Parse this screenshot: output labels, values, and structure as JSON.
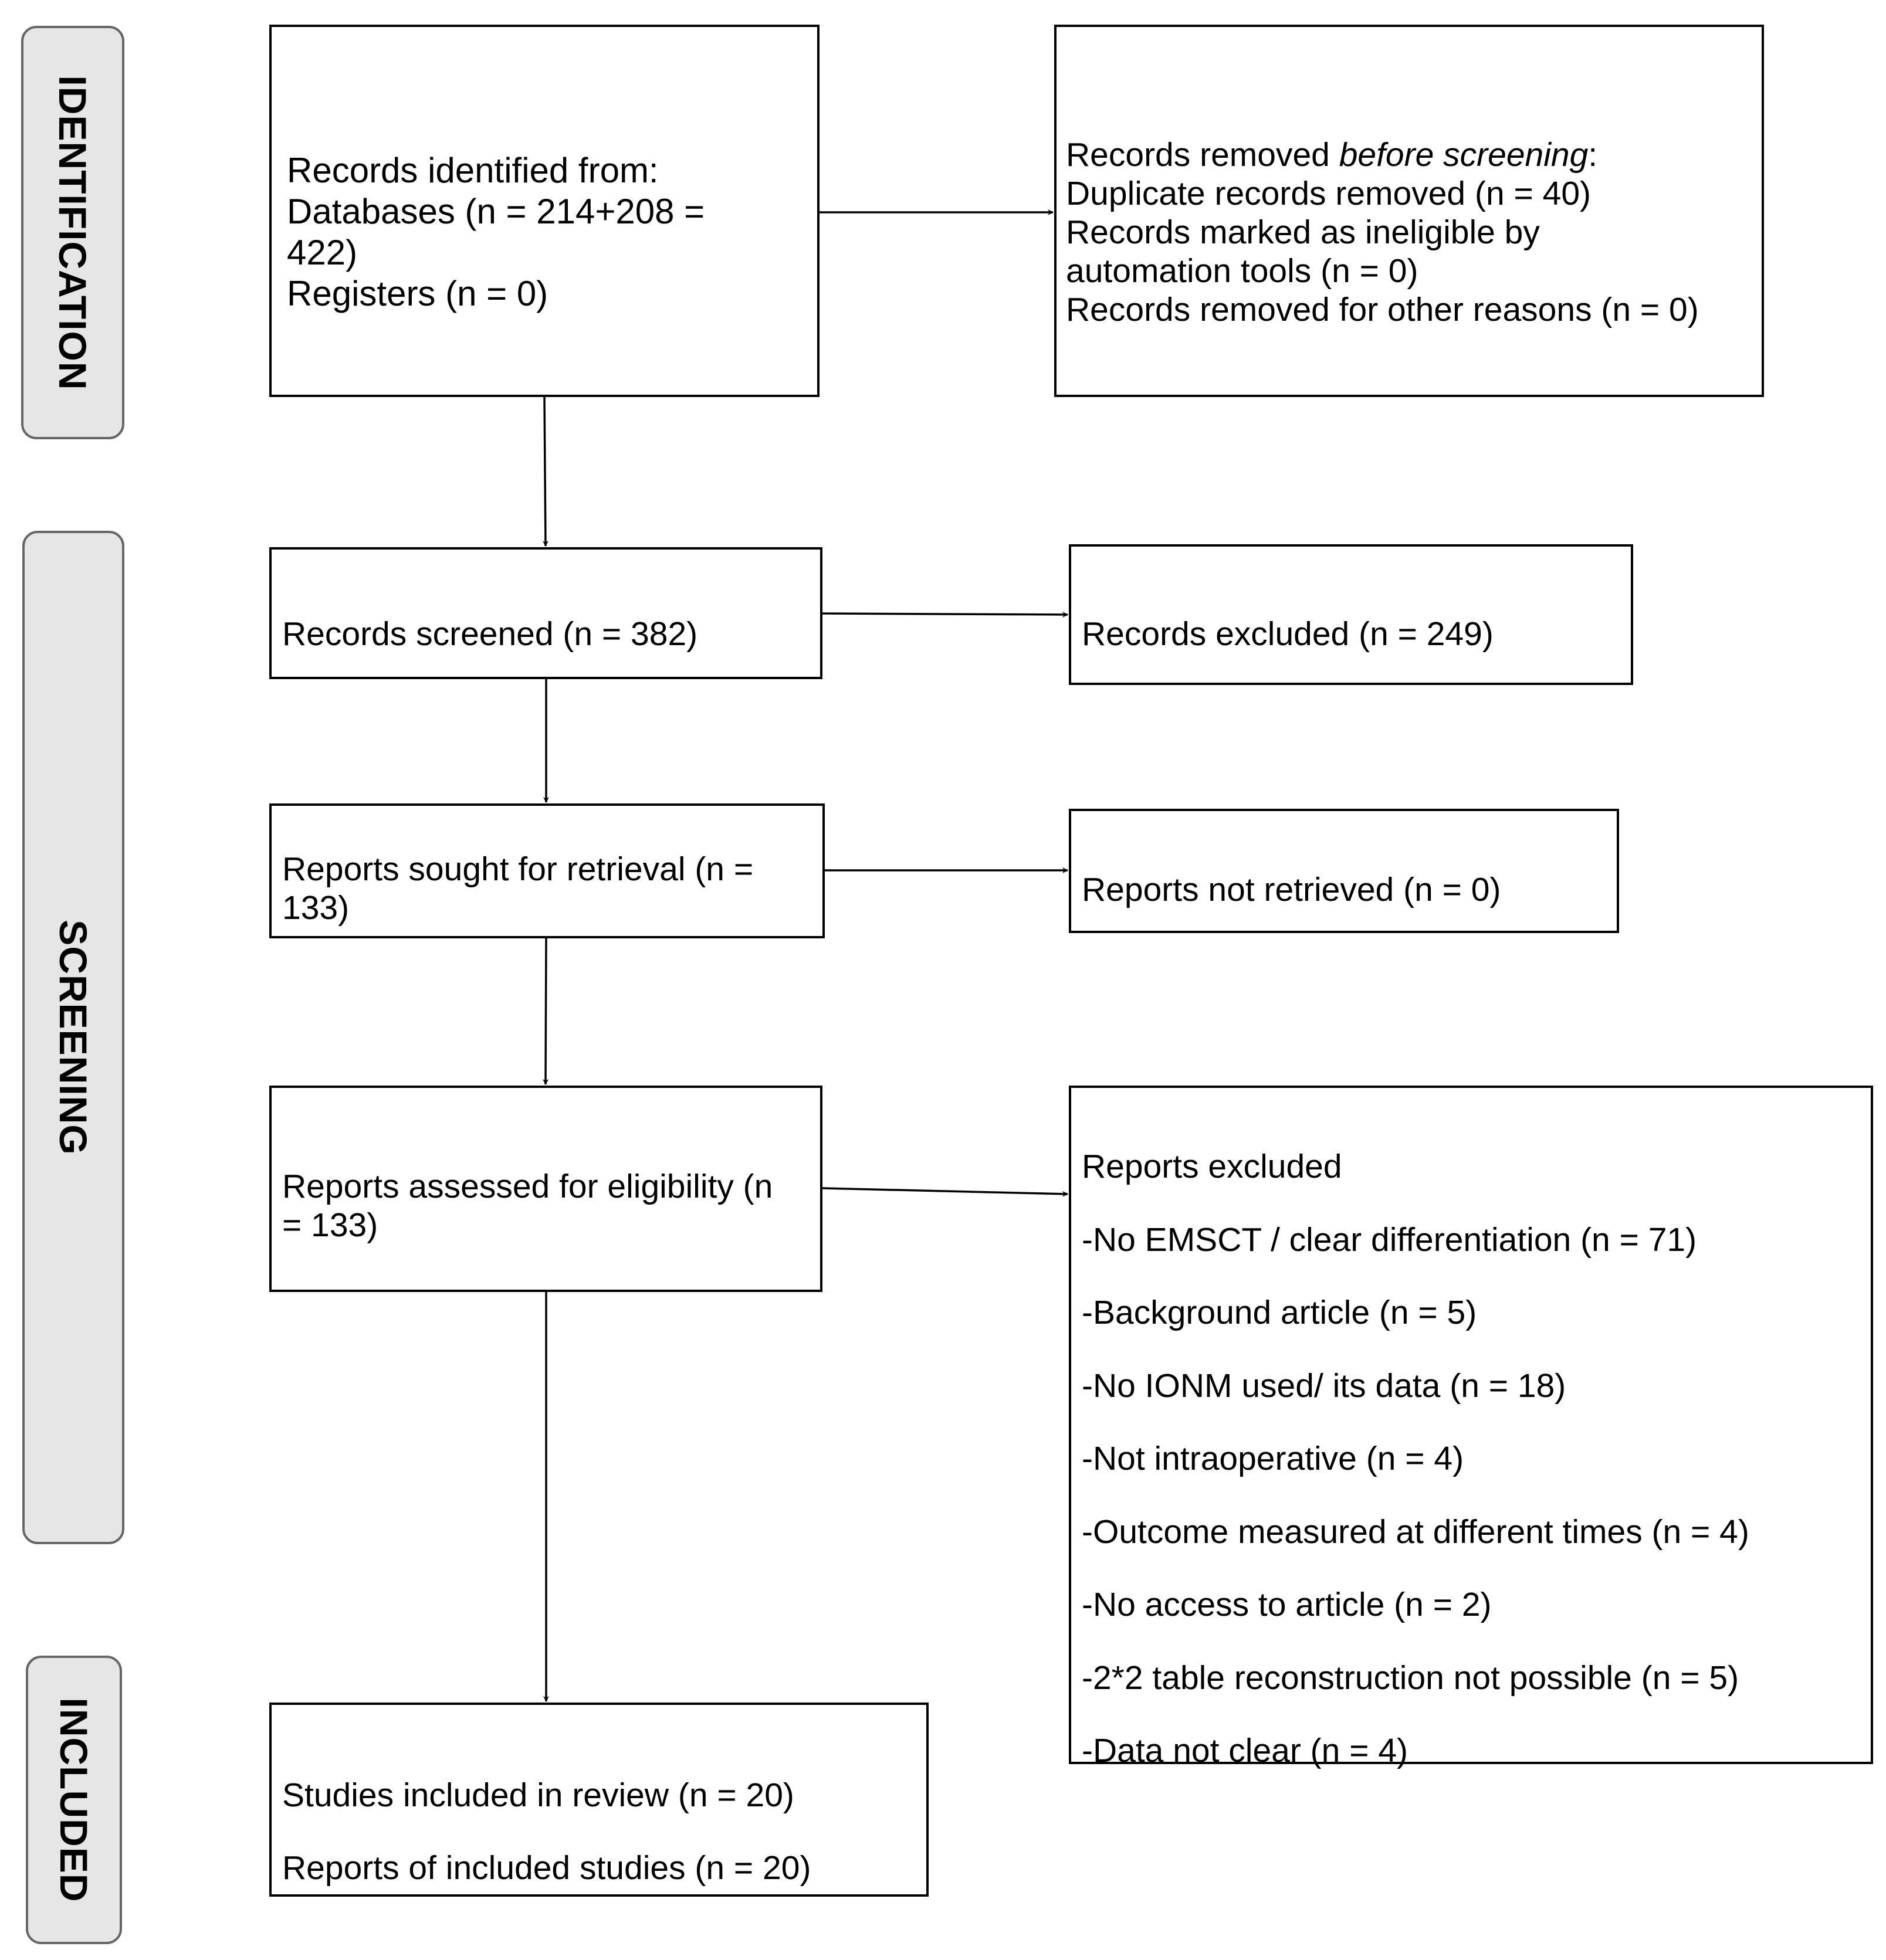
{
  "phases": {
    "identification": "IDENTIFICATION",
    "screening": "SCREENING",
    "included": "INCLUDED"
  },
  "identified": {
    "line1": "Records identified from:",
    "line2": "Databases (n = 214+208 =",
    "line3": "422)",
    "line4": "Registers (n = 0)"
  },
  "removed": {
    "title_pre": "Records removed ",
    "title_em": "before screening",
    "title_post": ":",
    "line2": "Duplicate records removed (n = 40)",
    "line3": "Records marked as ineligible by",
    "line4": "automation tools (n = 0)",
    "line5": "Records removed for other reasons (n = 0)"
  },
  "screened": {
    "text": "Records screened (n = 382)"
  },
  "excluded": {
    "text": "Records excluded (n = 249)"
  },
  "sought": {
    "line1": "Reports sought for retrieval (n =",
    "line2": "133)"
  },
  "not_retrieved": {
    "text": "Reports not retrieved (n = 0)"
  },
  "assessed": {
    "line1": "Reports assessed for eligibility (n",
    "line2": "= 133)"
  },
  "reports_excluded": {
    "title": "Reports excluded",
    "items": [
      "-No EMSCT / clear differentiation (n = 71)",
      "-Background article (n = 5)",
      "-No IONM used/ its data (n = 18)",
      "-Not intraoperative (n = 4)",
      "-Outcome measured at different times (n = 4)",
      "-No access to article (n = 2)",
      "-2*2 table reconstruction not possible (n = 5)",
      "-Data not clear (n = 4)"
    ]
  },
  "included_box": {
    "line1": "Studies included in review (n = 20)",
    "line2": "Reports of included studies (n = 20)"
  }
}
